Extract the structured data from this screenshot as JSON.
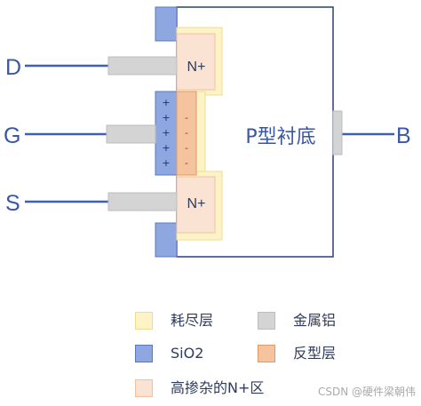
{
  "terminals": {
    "drain": "D",
    "gate": "G",
    "source": "S",
    "body": "B"
  },
  "regions": {
    "substrate": "P型衬底",
    "drain_region": "N+",
    "source_region": "N+",
    "gate_charge": [
      "+",
      "+",
      "+",
      "+",
      "+"
    ],
    "channel_charge": [
      "-",
      "-",
      "-",
      "-"
    ]
  },
  "legend": [
    {
      "label": "耗尽层",
      "color": "#fdf3c7",
      "border": "#f0dc8c"
    },
    {
      "label": "金属铝",
      "color": "#d4d4d4",
      "border": "#bdbdbd"
    },
    {
      "label": "SiO2",
      "color": "#8fa7e0",
      "border": "#5a78c4"
    },
    {
      "label": "反型层",
      "color": "#f5c39d",
      "border": "#e09a66"
    },
    {
      "label": "高掺杂的N+区",
      "color": "#fbe3d3",
      "border": "#f0c0a0"
    }
  ],
  "watermark": "CSDN @硬件梁朝伟",
  "colors": {
    "wire": "#3f5fb0",
    "terminal_text": "#3a57a6",
    "outline": "#2c3e7a",
    "oxide": "#8fa7e0",
    "metal": "#d4d4d4",
    "depletion": "#fdf3c7",
    "inversion": "#f5c39d",
    "n_plus": "#fbe3d3"
  }
}
